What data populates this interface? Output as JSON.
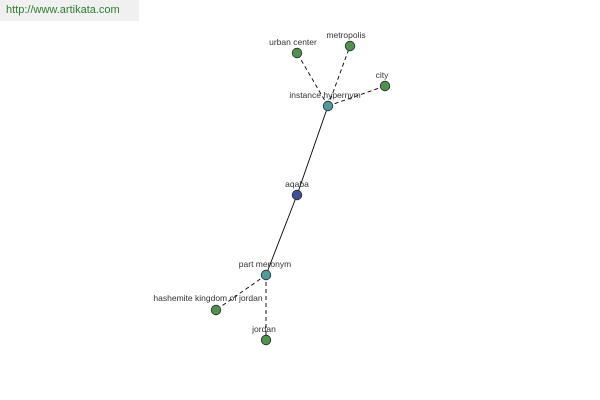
{
  "site": {
    "link_text": "http://www.artikata.com"
  },
  "colors": {
    "center": "#3f4f99",
    "relation": "#4f9a9a",
    "term": "#4f914f",
    "node_stroke": "#2a2a2a",
    "edge": "#000000",
    "link_text": "#2e7d32",
    "link_bg": "#f0f0f0"
  },
  "graph": {
    "nodes": [
      {
        "id": "aqaba",
        "label": "aqaba",
        "kind": "center"
      },
      {
        "id": "instance-hypernym",
        "label": "instance hypernym",
        "kind": "relation"
      },
      {
        "id": "part-meronym",
        "label": "part meronym",
        "kind": "relation"
      },
      {
        "id": "urban-center",
        "label": "urban center",
        "kind": "term"
      },
      {
        "id": "metropolis",
        "label": "metropolis",
        "kind": "term"
      },
      {
        "id": "city",
        "label": "city",
        "kind": "term"
      },
      {
        "id": "hashemite-kingdom-of-jordan",
        "label": "hashemite kingdom of jordan",
        "kind": "term"
      },
      {
        "id": "jordan",
        "label": "jordan",
        "kind": "term"
      }
    ],
    "edges": [
      {
        "from": "aqaba",
        "to": "instance-hypernym",
        "style": "solid"
      },
      {
        "from": "aqaba",
        "to": "part-meronym",
        "style": "solid"
      },
      {
        "from": "instance-hypernym",
        "to": "urban-center",
        "style": "dashed"
      },
      {
        "from": "instance-hypernym",
        "to": "metropolis",
        "style": "dashed"
      },
      {
        "from": "instance-hypernym",
        "to": "city",
        "style": "dashed"
      },
      {
        "from": "part-meronym",
        "to": "hashemite-kingdom-of-jordan",
        "style": "dashed"
      },
      {
        "from": "part-meronym",
        "to": "jordan",
        "style": "dashed"
      }
    ]
  }
}
